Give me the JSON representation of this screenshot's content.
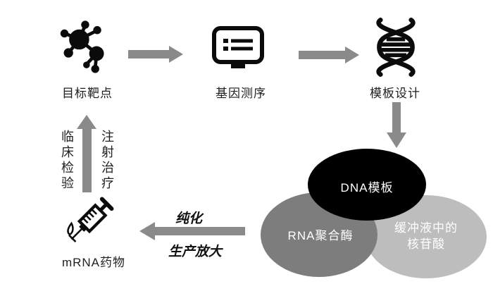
{
  "title": "mRNA drug development cycle diagram",
  "colors": {
    "arrow": "#8a8a8a",
    "text": "#1f1f1f",
    "background": "#ffffff",
    "venn_top": "#000000",
    "venn_left": "#7d7d7d",
    "venn_right": "#bdbdbd",
    "venn_text": "#ffffff"
  },
  "steps": [
    {
      "label": "目标靶点",
      "icon": "molecule-icon"
    },
    {
      "label": "基因测序",
      "icon": "monitor-icon"
    },
    {
      "label": "模板设计",
      "icon": "dna-helix-icon"
    }
  ],
  "venn": {
    "top_label": "DNA模板",
    "left_label": "RNA聚合酶",
    "right_label_line1": "缓冲液中的",
    "right_label_line2": "核苷酸"
  },
  "cycle": {
    "up_arrow_left_label": "临床检验",
    "up_arrow_right_label": "注射治疗",
    "left_arrow_top_label": "纯化",
    "left_arrow_bottom_label": "生产放大",
    "product_label": "mRNA药物",
    "product_icon": "syringe-icon"
  }
}
